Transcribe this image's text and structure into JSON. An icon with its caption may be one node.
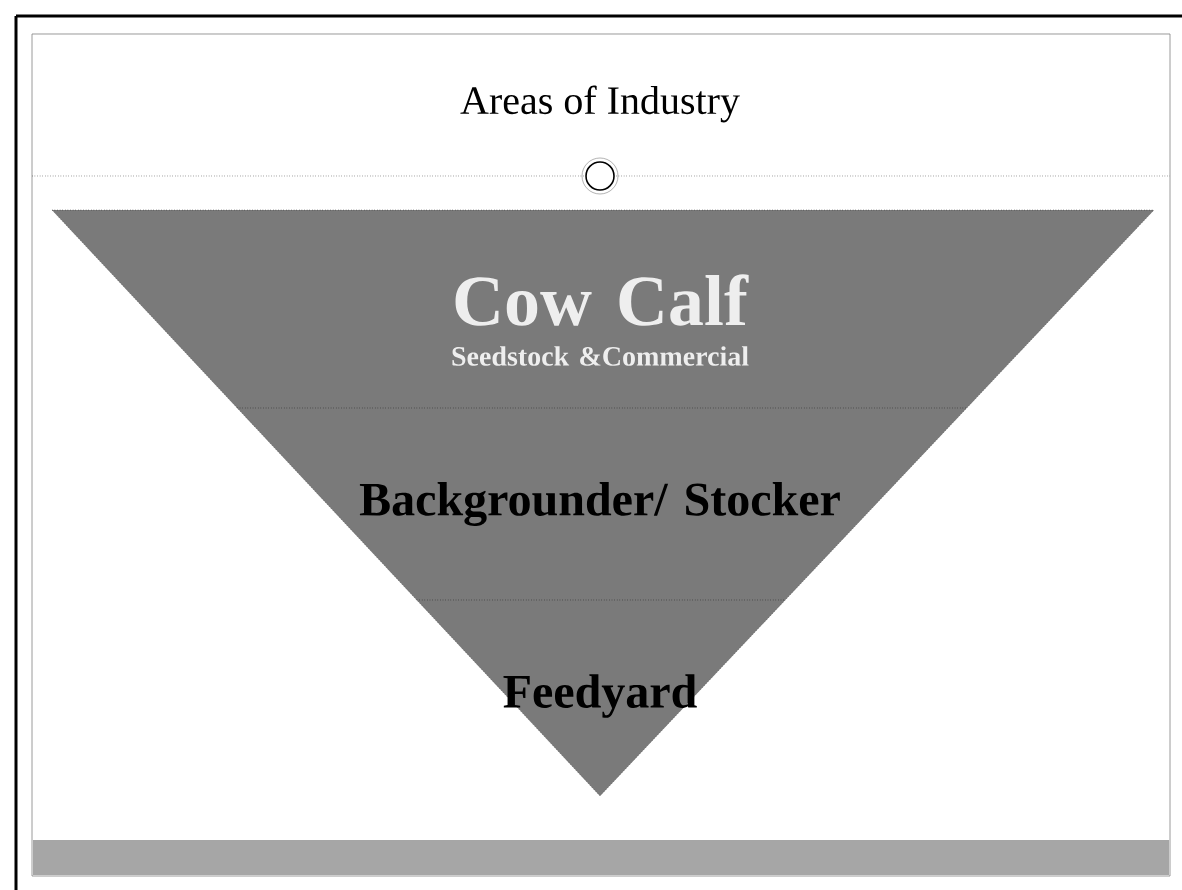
{
  "diagram": {
    "title": "Areas of Industry",
    "nodes": [
      {
        "text": [
          "Cow Calf",
          "Seedstock &Commercial"
        ]
      },
      {
        "text": [
          "Backgrounder/ Stocker"
        ]
      },
      {
        "text": [
          "Feedyard"
        ]
      }
    ]
  }
}
